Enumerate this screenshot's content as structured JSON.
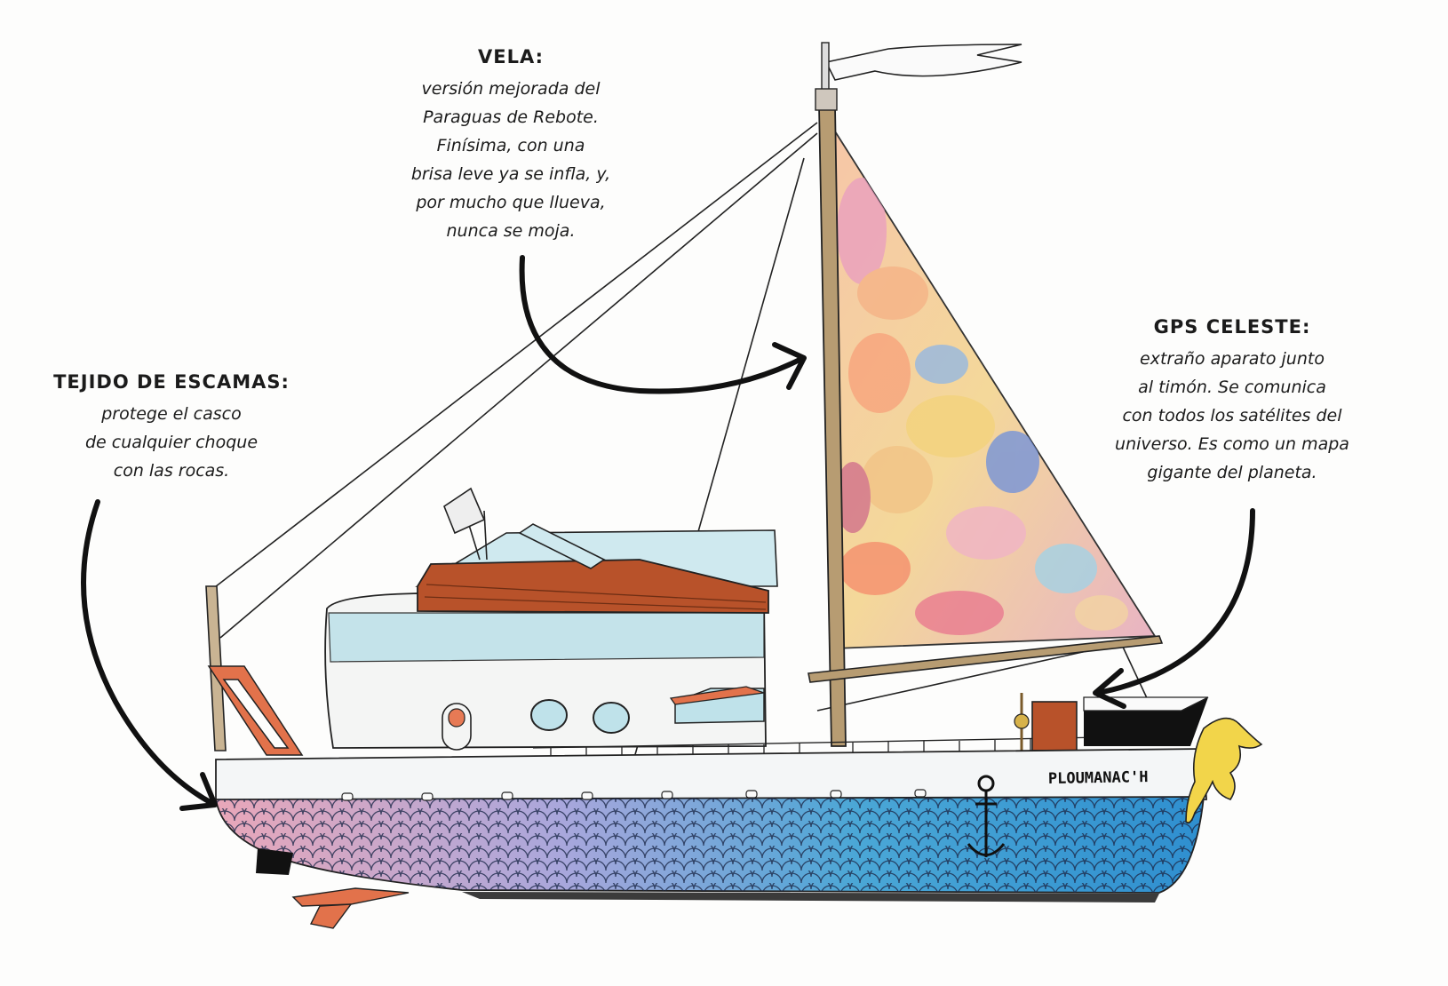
{
  "annotations": {
    "vela": {
      "title": "VELA:",
      "lines": [
        "versión mejorada del",
        "Paraguas de Rebote.",
        "Finísima, con una",
        "brisa leve ya se infla, y,",
        "por mucho que llueva,",
        "nunca se moja."
      ]
    },
    "tejido": {
      "title": "TEJIDO DE ESCAMAS:",
      "lines": [
        "protege el casco",
        "de cualquier choque",
        "con las rocas."
      ]
    },
    "gps": {
      "title": "GPS CELESTE:",
      "lines": [
        "extraño aparato junto",
        "al timón. Se comunica",
        "con todos los satélites del",
        "universo. Es como un mapa",
        "gigante del planeta."
      ]
    }
  },
  "boat": {
    "name": "PLOUMANAC'H"
  },
  "colors": {
    "ink": "#1b1b1b",
    "hull_top": "#f4f6f7",
    "hull_scales_left": "#e9a7b9",
    "hull_scales_mid": "#8c9fd6",
    "hull_scales_right": "#2f8fcf",
    "deck_wood": "#b8522a",
    "mast": "#b79c72",
    "ladder": "#e2724b",
    "figurehead": "#f2d54a",
    "cabin_glass": "#bfe2ea"
  }
}
